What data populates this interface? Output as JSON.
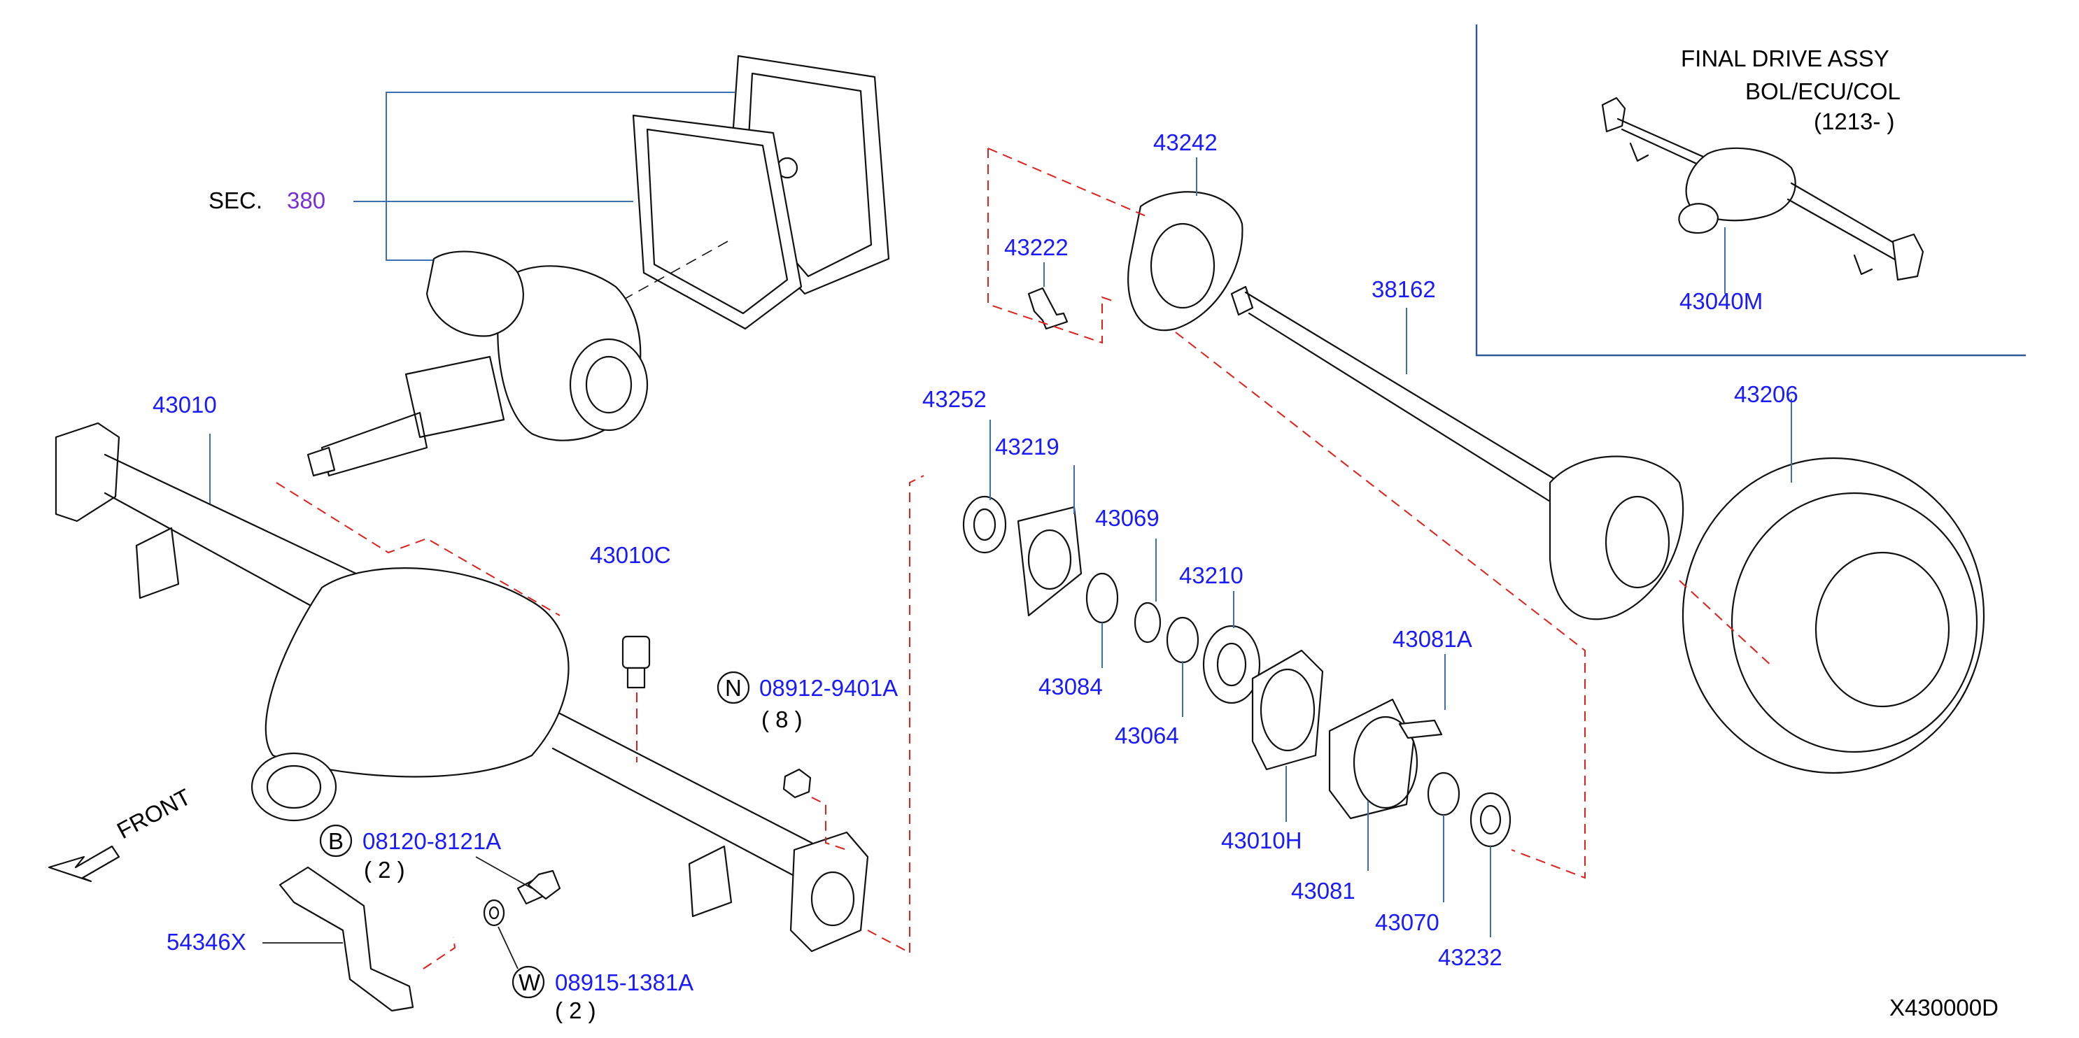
{
  "inset": {
    "title_line1": "FINAL  DRIVE  ASSY",
    "title_line2": "BOL/ECU/COL",
    "title_line3": "(1213-      )",
    "part": "43040M"
  },
  "section_ref": {
    "prefix": "SEC.",
    "number": "380"
  },
  "parts": {
    "p43242": "43242",
    "p43222": "43222",
    "p38162": "38162",
    "p43010": "43010",
    "p43252": "43252",
    "p43219": "43219",
    "p43069": "43069",
    "p43210": "43210",
    "p43206": "43206",
    "p43010C": "43010C",
    "p43084": "43084",
    "p43064": "43064",
    "p43081A": "43081A",
    "p43010H": "43010H",
    "p43081": "43081",
    "p43070": "43070",
    "p43232": "43232",
    "p54346X": "54346X"
  },
  "hardware": {
    "nut": {
      "badge": "N",
      "number": "08912-9401A",
      "qty": "( 8 )"
    },
    "bolt": {
      "badge": "B",
      "number": "08120-8121A",
      "qty": "( 2 )"
    },
    "washer": {
      "badge": "W",
      "number": "08915-1381A",
      "qty": "( 2 )"
    }
  },
  "front_label": "FRONT",
  "diagram_code": "X430000D",
  "colors": {
    "label": "#1a1aff",
    "section": "#7a2fd6",
    "dashed": "#e0201b",
    "frame": "#2c5b96"
  }
}
